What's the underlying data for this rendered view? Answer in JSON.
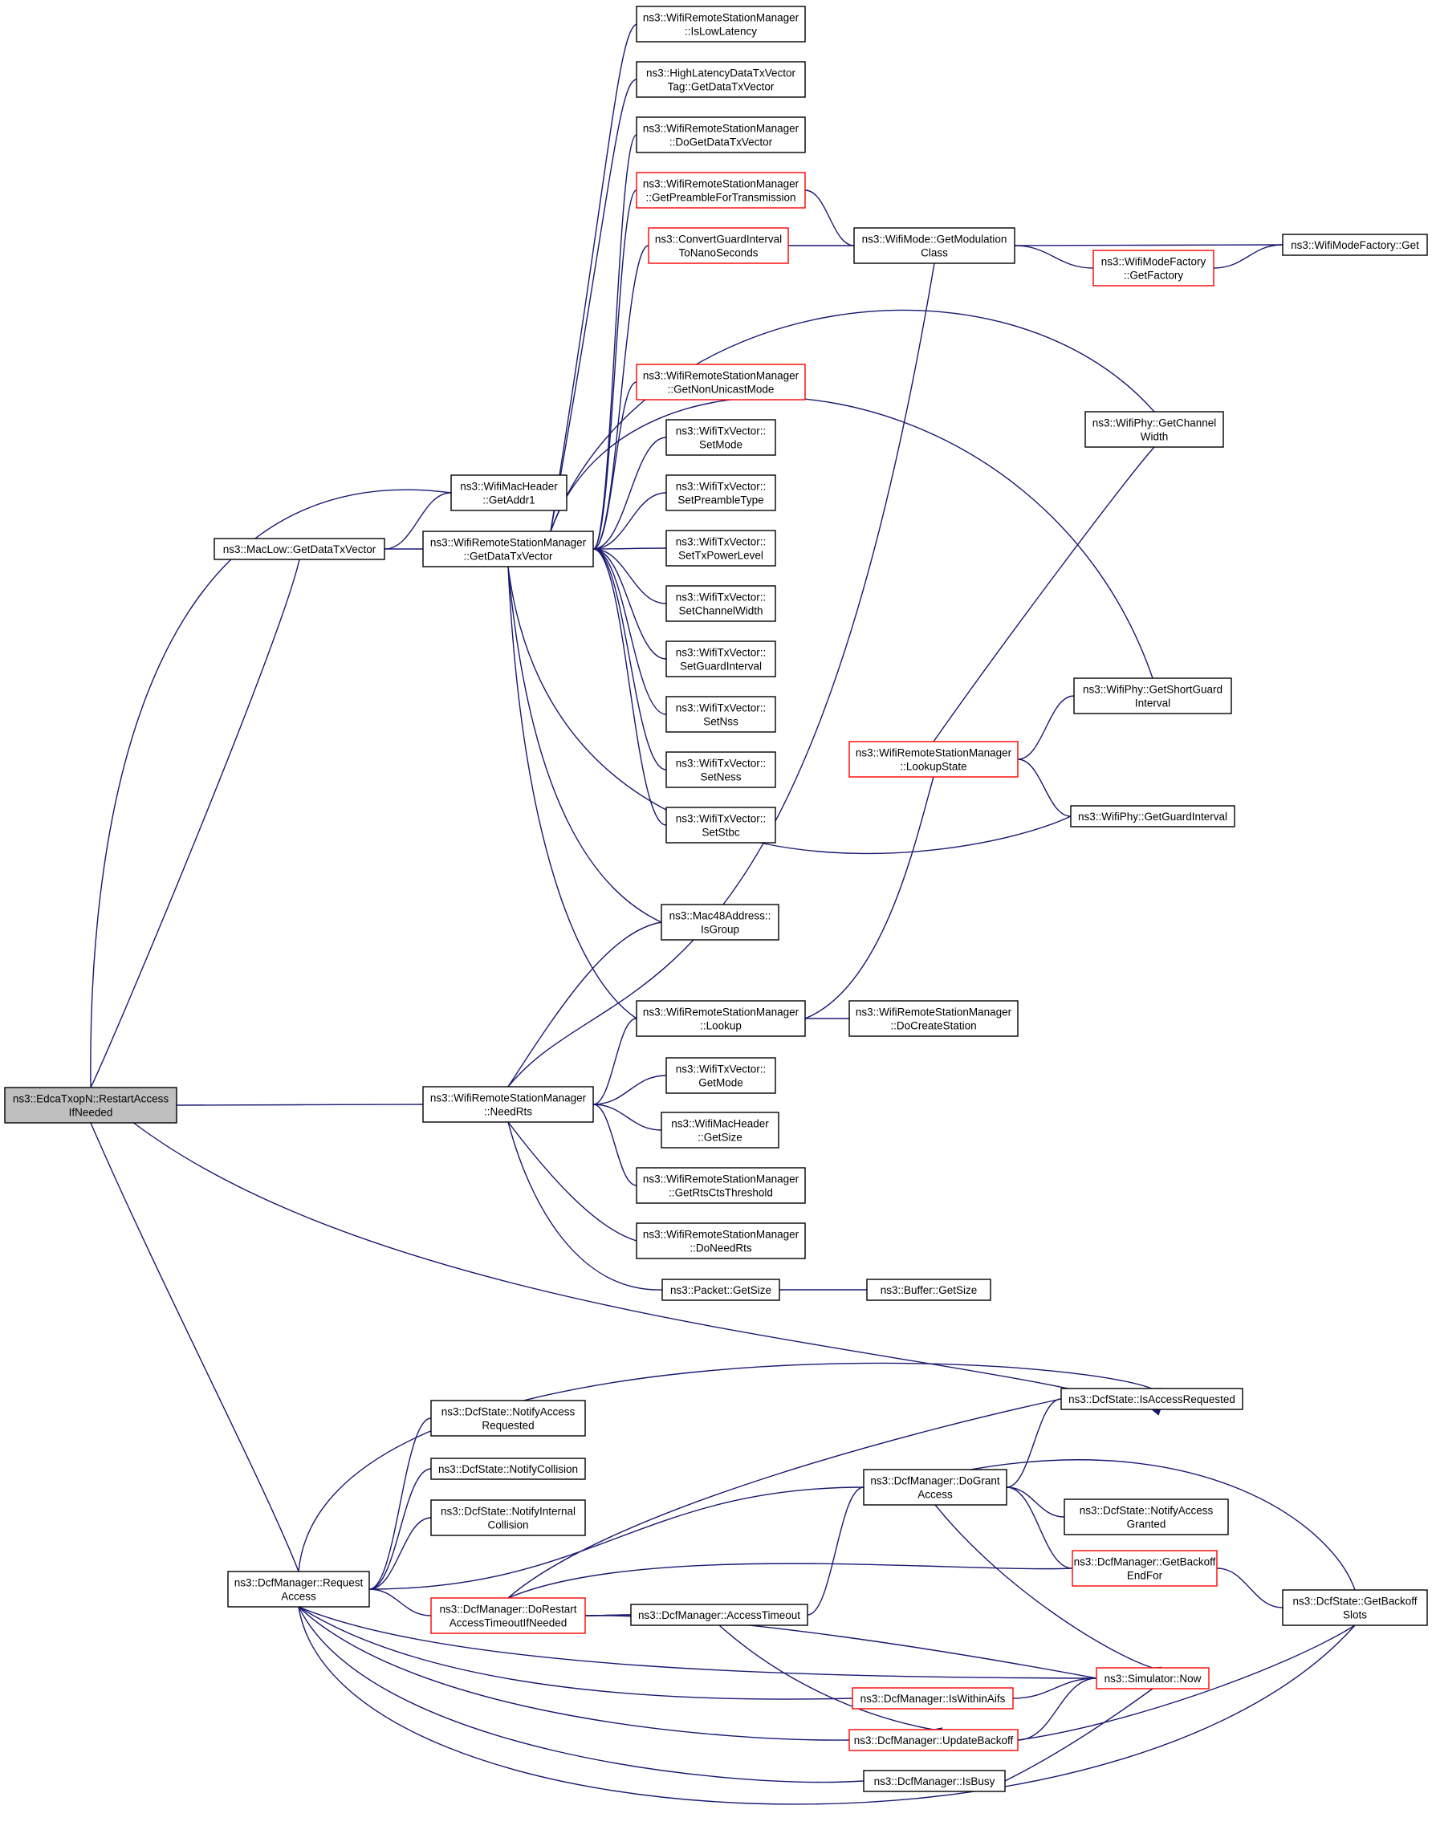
{
  "graph": {
    "nodes": [
      {
        "id": "root",
        "lines": [
          "ns3::EdcaTxopN::RestartAccess",
          "IfNeeded"
        ],
        "style": "root"
      },
      {
        "id": "maclow_getdtx",
        "lines": [
          "ns3::MacLow::GetDataTxVector"
        ],
        "style": "normal"
      },
      {
        "id": "hdr_getaddr1",
        "lines": [
          "ns3::WifiMacHeader",
          "::GetAddr1"
        ],
        "style": "normal"
      },
      {
        "id": "wrsm_getdtx",
        "lines": [
          "ns3::WifiRemoteStationManager",
          "::GetDataTxVector"
        ],
        "style": "normal"
      },
      {
        "id": "wrsm_islowlat",
        "lines": [
          "ns3::WifiRemoteStationManager",
          "::IsLowLatency"
        ],
        "style": "normal"
      },
      {
        "id": "hltag_getdtx",
        "lines": [
          "ns3::HighLatencyDataTxVector",
          "Tag::GetDataTxVector"
        ],
        "style": "normal"
      },
      {
        "id": "wrsm_dogetdtx",
        "lines": [
          "ns3::WifiRemoteStationManager",
          "::DoGetDataTxVector"
        ],
        "style": "normal"
      },
      {
        "id": "wrsm_getpreamble",
        "lines": [
          "ns3::WifiRemoteStationManager",
          "::GetPreambleForTransmission"
        ],
        "style": "red"
      },
      {
        "id": "convert_gi",
        "lines": [
          "ns3::ConvertGuardInterval",
          "ToNanoSeconds"
        ],
        "style": "red"
      },
      {
        "id": "wifimode_getmod",
        "lines": [
          "ns3::WifiMode::GetModulation",
          "Class"
        ],
        "style": "normal"
      },
      {
        "id": "wmf_getfactory",
        "lines": [
          "ns3::WifiModeFactory",
          "::GetFactory"
        ],
        "style": "red"
      },
      {
        "id": "wmf_get",
        "lines": [
          "ns3::WifiModeFactory::Get"
        ],
        "style": "normal"
      },
      {
        "id": "wrsm_getnonunicast",
        "lines": [
          "ns3::WifiRemoteStationManager",
          "::GetNonUnicastMode"
        ],
        "style": "red"
      },
      {
        "id": "phy_getchwidth",
        "lines": [
          "ns3::WifiPhy::GetChannel",
          "Width"
        ],
        "style": "normal"
      },
      {
        "id": "tx_setmode",
        "lines": [
          "ns3::WifiTxVector::",
          "SetMode"
        ],
        "style": "normal"
      },
      {
        "id": "tx_setpreamble",
        "lines": [
          "ns3::WifiTxVector::",
          "SetPreambleType"
        ],
        "style": "normal"
      },
      {
        "id": "tx_settxpower",
        "lines": [
          "ns3::WifiTxVector::",
          "SetTxPowerLevel"
        ],
        "style": "normal"
      },
      {
        "id": "tx_setchwidth",
        "lines": [
          "ns3::WifiTxVector::",
          "SetChannelWidth"
        ],
        "style": "normal"
      },
      {
        "id": "tx_setgi",
        "lines": [
          "ns3::WifiTxVector::",
          "SetGuardInterval"
        ],
        "style": "normal"
      },
      {
        "id": "tx_setnss",
        "lines": [
          "ns3::WifiTxVector::",
          "SetNss"
        ],
        "style": "normal"
      },
      {
        "id": "tx_setness",
        "lines": [
          "ns3::WifiTxVector::",
          "SetNess"
        ],
        "style": "normal"
      },
      {
        "id": "tx_setstbc",
        "lines": [
          "ns3::WifiTxVector::",
          "SetStbc"
        ],
        "style": "normal"
      },
      {
        "id": "phy_getshortgi",
        "lines": [
          "ns3::WifiPhy::GetShortGuard",
          "Interval"
        ],
        "style": "normal"
      },
      {
        "id": "wrsm_lookupstate",
        "lines": [
          "ns3::WifiRemoteStationManager",
          "::LookupState"
        ],
        "style": "red"
      },
      {
        "id": "phy_getgi",
        "lines": [
          "ns3::WifiPhy::GetGuardInterval"
        ],
        "style": "normal"
      },
      {
        "id": "mac48_isgroup",
        "lines": [
          "ns3::Mac48Address::",
          "IsGroup"
        ],
        "style": "normal"
      },
      {
        "id": "wrsm_lookup",
        "lines": [
          "ns3::WifiRemoteStationManager",
          "::Lookup"
        ],
        "style": "normal"
      },
      {
        "id": "wrsm_docreate",
        "lines": [
          "ns3::WifiRemoteStationManager",
          "::DoCreateStation"
        ],
        "style": "normal"
      },
      {
        "id": "wrsm_needrts",
        "lines": [
          "ns3::WifiRemoteStationManager",
          "::NeedRts"
        ],
        "style": "normal"
      },
      {
        "id": "tx_getmode",
        "lines": [
          "ns3::WifiTxVector::",
          "GetMode"
        ],
        "style": "normal"
      },
      {
        "id": "hdr_getsize",
        "lines": [
          "ns3::WifiMacHeader",
          "::GetSize"
        ],
        "style": "normal"
      },
      {
        "id": "wrsm_getrtscts",
        "lines": [
          "ns3::WifiRemoteStationManager",
          "::GetRtsCtsThreshold"
        ],
        "style": "normal"
      },
      {
        "id": "wrsm_doneedrts",
        "lines": [
          "ns3::WifiRemoteStationManager",
          "::DoNeedRts"
        ],
        "style": "normal"
      },
      {
        "id": "packet_getsize",
        "lines": [
          "ns3::Packet::GetSize"
        ],
        "style": "normal"
      },
      {
        "id": "buffer_getsize",
        "lines": [
          "ns3::Buffer::GetSize"
        ],
        "style": "normal"
      },
      {
        "id": "dcfstate_isaccreq",
        "lines": [
          "ns3::DcfState::IsAccessRequested"
        ],
        "style": "normal"
      },
      {
        "id": "dcfstate_notifyaccreq",
        "lines": [
          "ns3::DcfState::NotifyAccess",
          "Requested"
        ],
        "style": "normal"
      },
      {
        "id": "dcfstate_notifycoll",
        "lines": [
          "ns3::DcfState::NotifyCollision"
        ],
        "style": "normal"
      },
      {
        "id": "dcfstate_notifyintcoll",
        "lines": [
          "ns3::DcfState::NotifyInternal",
          "Collision"
        ],
        "style": "normal"
      },
      {
        "id": "dcfm_dogrant",
        "lines": [
          "ns3::DcfManager::DoGrant",
          "Access"
        ],
        "style": "normal"
      },
      {
        "id": "dcfstate_notifyaccgranted",
        "lines": [
          "ns3::DcfState::NotifyAccess",
          "Granted"
        ],
        "style": "normal"
      },
      {
        "id": "dcfm_requestaccess",
        "lines": [
          "ns3::DcfManager::Request",
          "Access"
        ],
        "style": "normal"
      },
      {
        "id": "dcfm_getbackoffendfor",
        "lines": [
          "ns3::DcfManager::GetBackoff",
          "EndFor"
        ],
        "style": "red"
      },
      {
        "id": "dcfm_dorestart",
        "lines": [
          "ns3::DcfManager::DoRestart",
          "AccessTimeoutIfNeeded"
        ],
        "style": "red"
      },
      {
        "id": "dcfm_accesstimeout",
        "lines": [
          "ns3::DcfManager::AccessTimeout"
        ],
        "style": "normal"
      },
      {
        "id": "dcfstate_getbackoffslots",
        "lines": [
          "ns3::DcfState::GetBackoff",
          "Slots"
        ],
        "style": "normal"
      },
      {
        "id": "sim_now",
        "lines": [
          "ns3::Simulator::Now"
        ],
        "style": "red"
      },
      {
        "id": "dcfm_iswithinaifs",
        "lines": [
          "ns3::DcfManager::IsWithinAifs"
        ],
        "style": "red"
      },
      {
        "id": "dcfm_updatebackoff",
        "lines": [
          "ns3::DcfManager::UpdateBackoff"
        ],
        "style": "red"
      },
      {
        "id": "dcfm_isbusy",
        "lines": [
          "ns3::DcfManager::IsBusy"
        ],
        "style": "normal"
      }
    ],
    "edges": [
      [
        "root",
        "maclow_getdtx"
      ],
      [
        "root",
        "hdr_getaddr1"
      ],
      [
        "root",
        "wrsm_needrts"
      ],
      [
        "root",
        "dcfstate_isaccreq"
      ],
      [
        "root",
        "dcfm_requestaccess"
      ],
      [
        "maclow_getdtx",
        "hdr_getaddr1"
      ],
      [
        "maclow_getdtx",
        "wrsm_getdtx"
      ],
      [
        "wrsm_getdtx",
        "wrsm_islowlat"
      ],
      [
        "wrsm_getdtx",
        "hltag_getdtx"
      ],
      [
        "wrsm_getdtx",
        "wrsm_dogetdtx"
      ],
      [
        "wrsm_getdtx",
        "wrsm_getpreamble"
      ],
      [
        "wrsm_getdtx",
        "convert_gi"
      ],
      [
        "wrsm_getdtx",
        "wrsm_getnonunicast"
      ],
      [
        "wrsm_getdtx",
        "phy_getchwidth"
      ],
      [
        "wrsm_getdtx",
        "phy_getshortgi"
      ],
      [
        "wrsm_getdtx",
        "tx_setmode"
      ],
      [
        "wrsm_getdtx",
        "tx_setpreamble"
      ],
      [
        "wrsm_getdtx",
        "tx_settxpower"
      ],
      [
        "wrsm_getdtx",
        "tx_setchwidth"
      ],
      [
        "wrsm_getdtx",
        "tx_setgi"
      ],
      [
        "wrsm_getdtx",
        "tx_setnss"
      ],
      [
        "wrsm_getdtx",
        "tx_setness"
      ],
      [
        "wrsm_getdtx",
        "tx_setstbc"
      ],
      [
        "wrsm_getdtx",
        "phy_getgi"
      ],
      [
        "wrsm_getdtx",
        "mac48_isgroup"
      ],
      [
        "wrsm_getdtx",
        "wrsm_lookup"
      ],
      [
        "wrsm_getpreamble",
        "wifimode_getmod"
      ],
      [
        "convert_gi",
        "wifimode_getmod"
      ],
      [
        "wifimode_getmod",
        "wmf_get"
      ],
      [
        "wifimode_getmod",
        "wmf_getfactory"
      ],
      [
        "wmf_getfactory",
        "wmf_get"
      ],
      [
        "wrsm_lookupstate",
        "phy_getchwidth"
      ],
      [
        "wrsm_lookupstate",
        "phy_getshortgi"
      ],
      [
        "wrsm_lookupstate",
        "phy_getgi"
      ],
      [
        "wrsm_lookup",
        "wrsm_lookupstate"
      ],
      [
        "wrsm_lookup",
        "wrsm_docreate"
      ],
      [
        "wrsm_needrts",
        "mac48_isgroup"
      ],
      [
        "wrsm_needrts",
        "wifimode_getmod"
      ],
      [
        "wrsm_needrts",
        "wrsm_lookup"
      ],
      [
        "wrsm_needrts",
        "tx_getmode"
      ],
      [
        "wrsm_needrts",
        "hdr_getsize"
      ],
      [
        "wrsm_needrts",
        "wrsm_getrtscts"
      ],
      [
        "wrsm_needrts",
        "wrsm_doneedrts"
      ],
      [
        "wrsm_needrts",
        "packet_getsize"
      ],
      [
        "packet_getsize",
        "buffer_getsize"
      ],
      [
        "dcfm_requestaccess",
        "dcfstate_isaccreq"
      ],
      [
        "dcfm_requestaccess",
        "dcfstate_notifyaccreq"
      ],
      [
        "dcfm_requestaccess",
        "dcfstate_notifycoll"
      ],
      [
        "dcfm_requestaccess",
        "dcfstate_notifyintcoll"
      ],
      [
        "dcfm_requestaccess",
        "dcfm_dogrant"
      ],
      [
        "dcfm_requestaccess",
        "dcfm_dorestart"
      ],
      [
        "dcfm_requestaccess",
        "sim_now"
      ],
      [
        "dcfm_requestaccess",
        "dcfm_iswithinaifs"
      ],
      [
        "dcfm_requestaccess",
        "dcfm_updatebackoff"
      ],
      [
        "dcfm_requestaccess",
        "dcfm_isbusy"
      ],
      [
        "dcfm_requestaccess",
        "dcfstate_getbackoffslots"
      ],
      [
        "dcfm_dogrant",
        "dcfstate_isaccreq"
      ],
      [
        "dcfm_dogrant",
        "dcfstate_notifyaccgranted"
      ],
      [
        "dcfm_dogrant",
        "dcfm_getbackoffendfor"
      ],
      [
        "dcfm_dogrant",
        "dcfstate_getbackoffslots"
      ],
      [
        "dcfm_dogrant",
        "sim_now"
      ],
      [
        "dcfm_dorestart",
        "dcfstate_isaccreq"
      ],
      [
        "dcfm_dorestart",
        "dcfm_getbackoffendfor"
      ],
      [
        "dcfm_dorestart",
        "sim_now"
      ],
      [
        "dcfm_dorestart",
        "dcfm_accesstimeout"
      ],
      [
        "dcfm_accesstimeout",
        "dcfm_dogrant"
      ],
      [
        "dcfm_accesstimeout",
        "dcfm_dorestart"
      ],
      [
        "dcfm_accesstimeout",
        "dcfm_updatebackoff"
      ],
      [
        "dcfm_getbackoffendfor",
        "dcfstate_getbackoffslots"
      ],
      [
        "dcfm_iswithinaifs",
        "sim_now"
      ],
      [
        "dcfm_updatebackoff",
        "sim_now"
      ],
      [
        "dcfm_updatebackoff",
        "dcfstate_getbackoffslots"
      ],
      [
        "dcfm_isbusy",
        "sim_now"
      ]
    ]
  }
}
